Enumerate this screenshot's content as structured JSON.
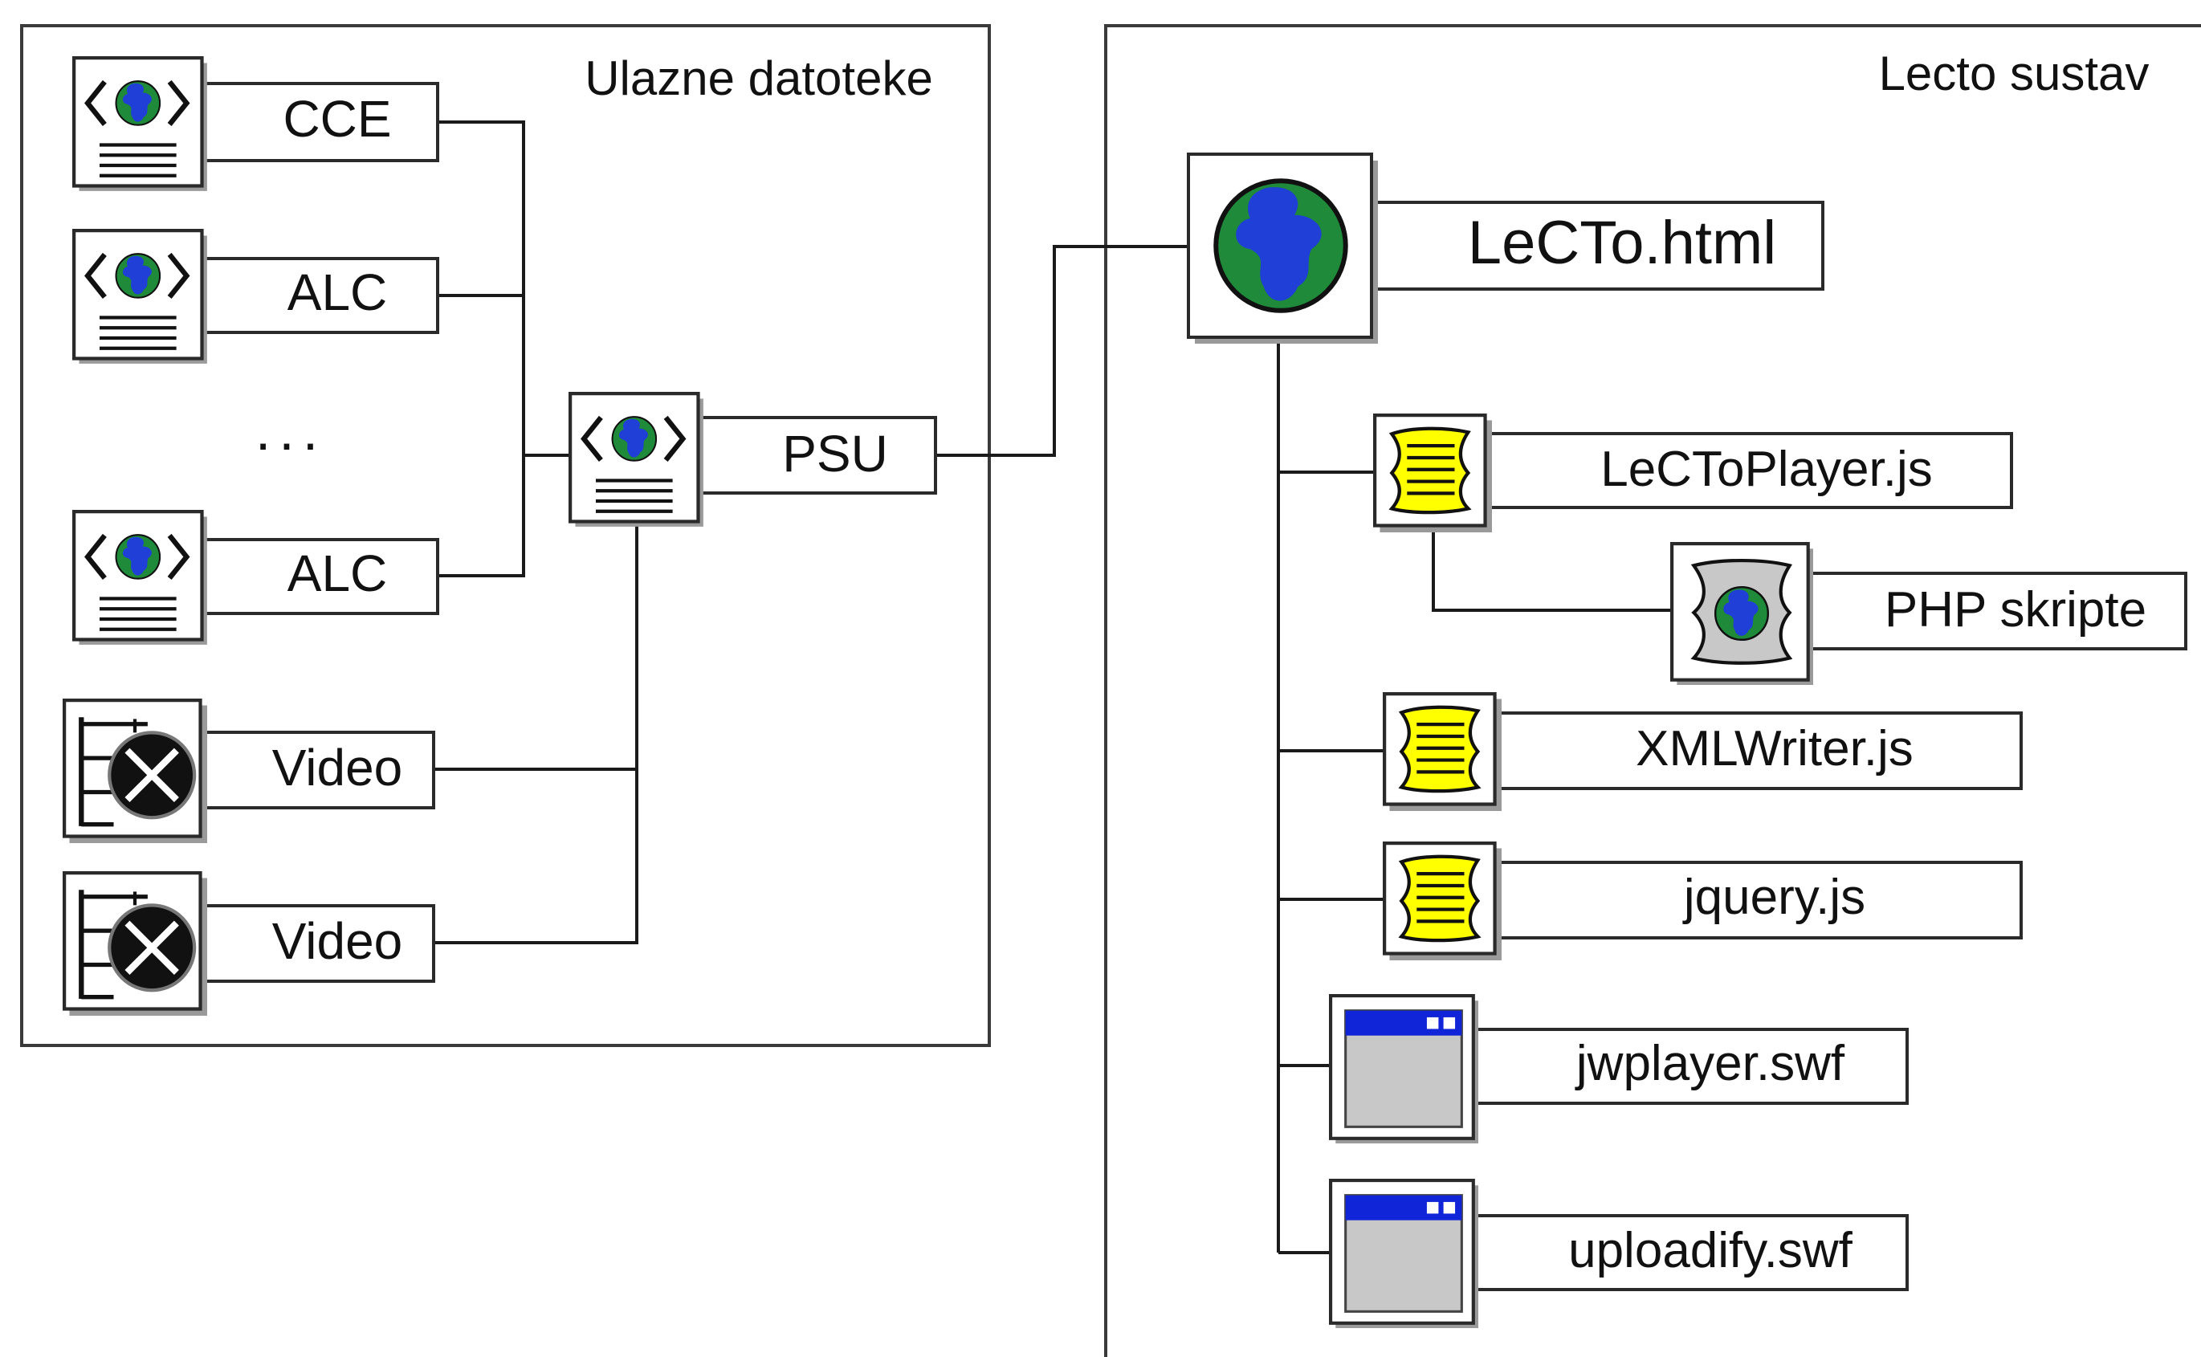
{
  "groups": {
    "input": {
      "title": "Ulazne datoteke"
    },
    "system": {
      "title": "Lecto sustav"
    }
  },
  "inputs": {
    "cce": "CCE",
    "alc_1": "ALC",
    "ellipsis": "...",
    "alc_2": "ALC",
    "video_1": "Video",
    "video_2": "Video",
    "psu": "PSU"
  },
  "system": {
    "main_html": "LeCTo.html",
    "player_js": "LeCToPlayer.js",
    "php_scripts": "PHP skripte",
    "xmlwriter_js": "XMLWriter.js",
    "jquery_js": "jquery.js",
    "jwplayer_swf": "jwplayer.swf",
    "uploadify_swf": "uploadify.swf"
  },
  "colors": {
    "globe_ocean": "#1f3fd6",
    "globe_land": "#1e8a3a",
    "script_yellow": "#ffff00",
    "window_titlebar": "#1024d8",
    "window_body": "#c8c8c8",
    "frame_stroke": "#3a3a3a"
  },
  "icons": {
    "xml_doc": "xml-document-icon",
    "video": "video-file-icon",
    "web_page": "web-page-globe-icon",
    "script": "script-scroll-icon",
    "php": "php-script-icon",
    "flash": "flash-window-icon"
  }
}
